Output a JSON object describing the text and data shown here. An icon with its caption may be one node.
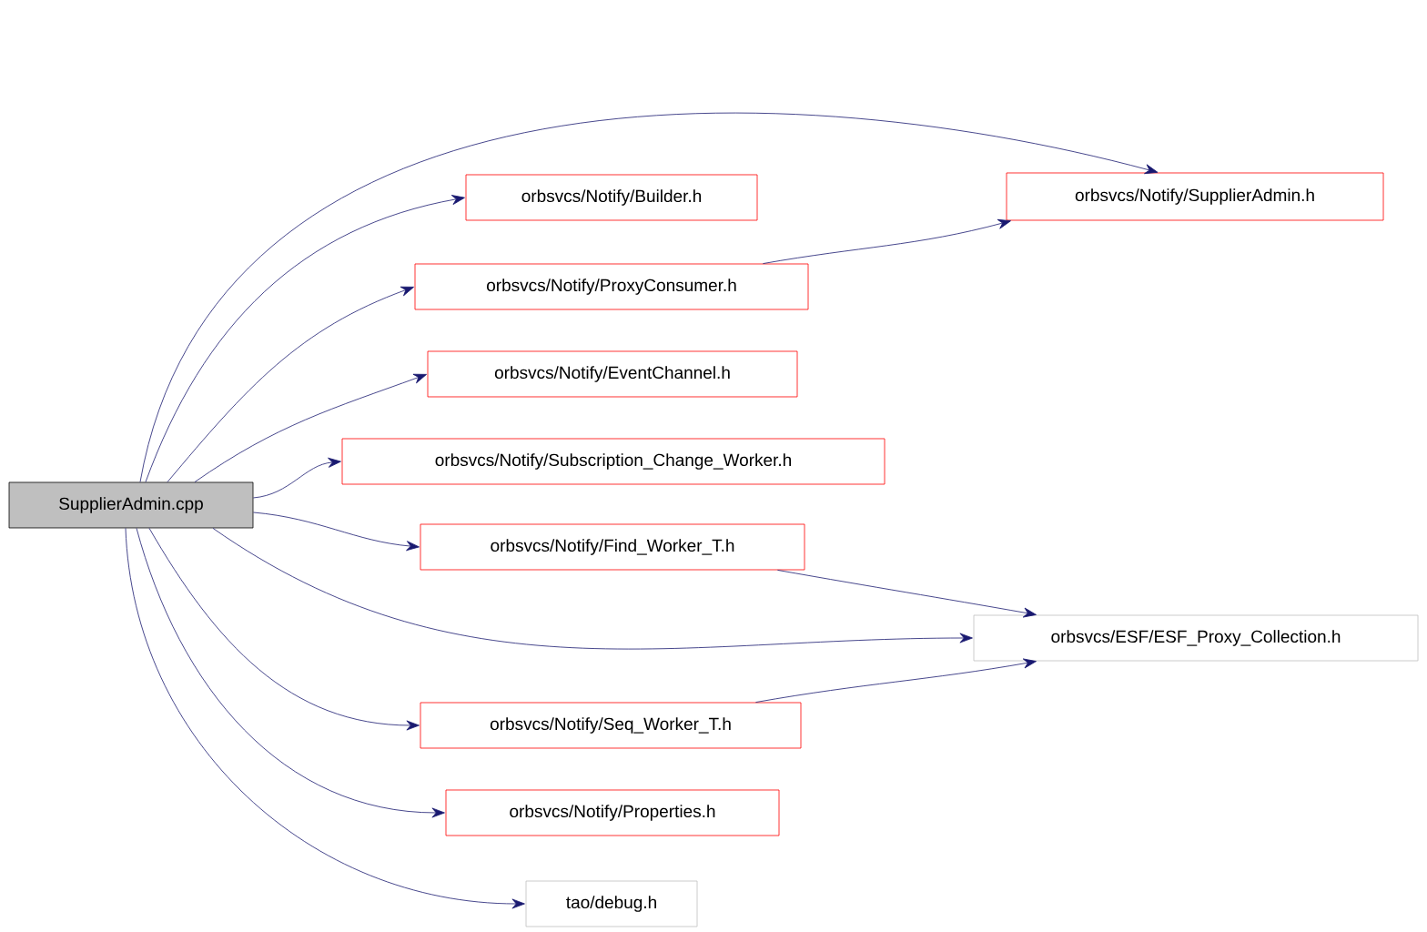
{
  "diagram": {
    "nodes": [
      {
        "text": [
          "SupplierAdmin.cpp"
        ]
      },
      {
        "text": [
          "orbsvcs/Notify/SupplierAdmin.h"
        ]
      },
      {
        "text": [
          "orbsvcs/Notify/Builder.h"
        ]
      },
      {
        "text": [
          "orbsvcs/Notify/ProxyConsumer.h"
        ]
      },
      {
        "text": [
          "orbsvcs/Notify/EventChannel.h"
        ]
      },
      {
        "text": [
          "orbsvcs/Notify/Subscription_Change_Worker.h"
        ]
      },
      {
        "text": [
          "orbsvcs/Notify/Find_Worker_T.h"
        ]
      },
      {
        "text": [
          "orbsvcs/ESF/ESF_Proxy_Collection.h"
        ]
      },
      {
        "text": [
          "orbsvcs/Notify/Seq_Worker_T.h"
        ]
      },
      {
        "text": [
          "orbsvcs/Notify/Properties.h"
        ]
      },
      {
        "text": [
          "tao/debug.h"
        ]
      }
    ],
    "edges": [
      {
        "from": 0,
        "to": 1,
        "arrow": "to"
      },
      {
        "from": 0,
        "to": 2,
        "arrow": "to"
      },
      {
        "from": 0,
        "to": 3,
        "arrow": "to"
      },
      {
        "from": 0,
        "to": 4,
        "arrow": "to"
      },
      {
        "from": 0,
        "to": 5,
        "arrow": "to"
      },
      {
        "from": 0,
        "to": 6,
        "arrow": "to"
      },
      {
        "from": 0,
        "to": 7,
        "arrow": "to"
      },
      {
        "from": 0,
        "to": 8,
        "arrow": "to"
      },
      {
        "from": 0,
        "to": 9,
        "arrow": "to"
      },
      {
        "from": 0,
        "to": 10,
        "arrow": "to"
      },
      {
        "from": 3,
        "to": 1,
        "arrow": "to"
      },
      {
        "from": 6,
        "to": 7,
        "arrow": "to"
      },
      {
        "from": 8,
        "to": 7,
        "arrow": "to"
      }
    ]
  }
}
